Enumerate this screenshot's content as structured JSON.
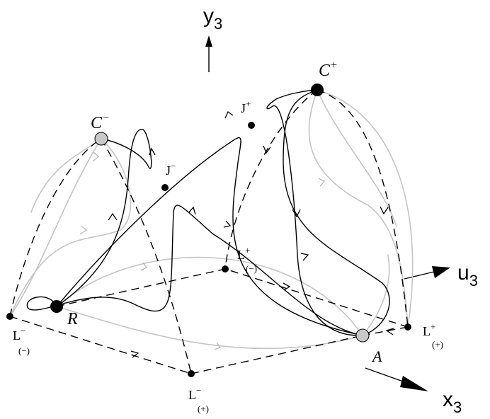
{
  "axes": {
    "vertical": {
      "name": "y",
      "subscript": "3"
    },
    "right": {
      "name": "u",
      "subscript": "3"
    },
    "front": {
      "name": "x",
      "subscript": "3"
    }
  },
  "points": {
    "C_minus": {
      "name": "C",
      "sup": "−",
      "kind": "grey-node"
    },
    "C_plus": {
      "name": "C",
      "sup": "+",
      "kind": "black-node"
    },
    "J_minus": {
      "name": "J",
      "sup": "−"
    },
    "J_plus": {
      "name": "J",
      "sup": "+"
    },
    "R": {
      "name": "R",
      "kind": "black-node"
    },
    "A": {
      "name": "A",
      "kind": "grey-node"
    },
    "L_minus_left": {
      "name": "L",
      "sup": "−",
      "sub": "(−)"
    },
    "L_minus_bottom": {
      "name": "L",
      "sup": "−",
      "sub": "(+)"
    },
    "L_plus_back": {
      "name": "L",
      "sup": "+",
      "sub": "(−)"
    },
    "L_plus_right": {
      "name": "L",
      "sup": "+",
      "sub": "(+)"
    }
  },
  "colors": {
    "ink": "#000000",
    "grey_node": "#c8c8c8",
    "grey_curve": "#c4c4c4"
  }
}
